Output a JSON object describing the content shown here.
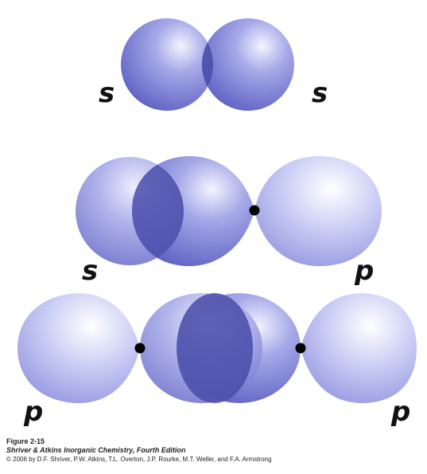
{
  "colors": {
    "orbital_dark": "#5a5dc0",
    "orbital_mid": "#8e91dd",
    "orbital_light": "#c3c6f2",
    "overlap": "#4b4eaa",
    "node": "#000000"
  },
  "rows": [
    {
      "left_label": "s",
      "right_label": "s"
    },
    {
      "left_label": "s",
      "right_label": "p"
    },
    {
      "left_label": "p",
      "right_label": "p"
    }
  ],
  "caption": {
    "figure": "Figure 2-15",
    "book": "Shriver & Atkins Inorganic Chemistry, Fourth Edition",
    "copyright": "© 2006 by D.F. Shriver, P.W. Atkins, T.L. Overton, J.P. Rourke, M.T. Weller, and F.A. Armstrong"
  }
}
